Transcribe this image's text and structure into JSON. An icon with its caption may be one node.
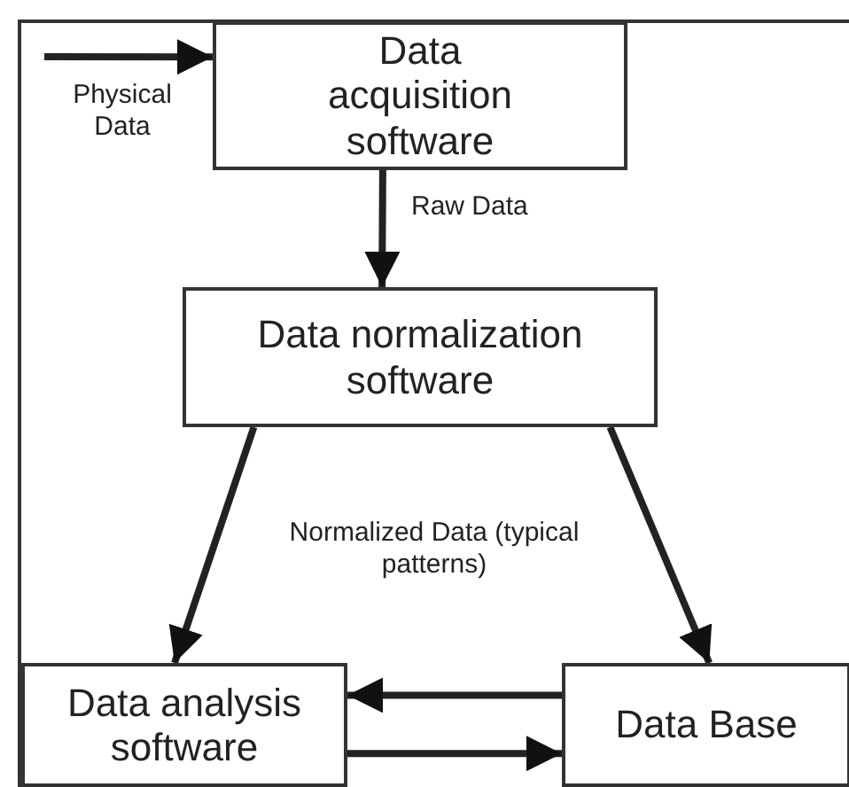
{
  "diagram": {
    "nodes": [
      {
        "text": [
          "Data acquisition software"
        ]
      },
      {
        "text": [
          "Data normalization software"
        ]
      },
      {
        "text": [
          "Data analysis software"
        ]
      },
      {
        "text": [
          "Data Base"
        ]
      }
    ],
    "edges": [
      {
        "from": null,
        "to": 0,
        "arrow": "to",
        "label": "Physical Data"
      },
      {
        "from": 0,
        "to": 1,
        "arrow": "to",
        "label": "Raw Data"
      },
      {
        "from": 1,
        "to": 2,
        "arrow": "to"
      },
      {
        "from": 1,
        "to": 3,
        "arrow": "to"
      },
      {
        "from": 3,
        "to": 2,
        "arrow": "to"
      },
      {
        "from": 2,
        "to": 3,
        "arrow": "to"
      }
    ],
    "labels": [
      "Normalized Data (typical patterns)"
    ]
  }
}
